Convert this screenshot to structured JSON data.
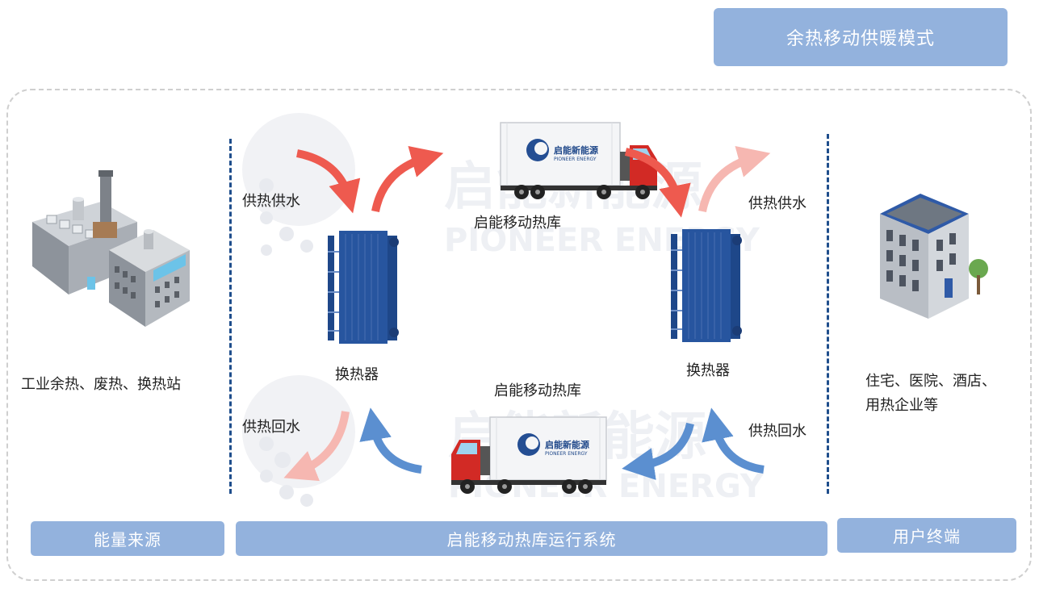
{
  "title": "余热移动供暖模式",
  "source": {
    "label": "工业余热、废热、换热站",
    "bar": "能量来源"
  },
  "system": {
    "bar": "启能移动热库运行系统",
    "supply_left": "供热供水",
    "return_left": "供热回水",
    "supply_right": "供热供水",
    "return_right": "供热回水",
    "heat_exchanger_left": "换热器",
    "heat_exchanger_right": "换热器",
    "truck_top_label": "启能移动热库",
    "truck_bottom_label": "启能移动热库",
    "truck_logo_cn": "启能新能源",
    "truck_logo_en": "PIONEER ENERGY"
  },
  "watermark": {
    "cn": "启能新能源",
    "en": "PIONEER ENERGY"
  },
  "user": {
    "label_line1": "住宅、医院、酒店、",
    "label_line2": "用热企业等",
    "bar": "用户终端"
  },
  "colors": {
    "accent_bar": "#93b2dd",
    "supply_arrow": "#ee5a4f",
    "supply_arrow_light": "#f6b7b1",
    "return_arrow": "#5b8fd0",
    "return_arrow_light": "#f6b7b1",
    "heat_exchanger": "#27559f",
    "truck_cab": "#d22a25"
  }
}
